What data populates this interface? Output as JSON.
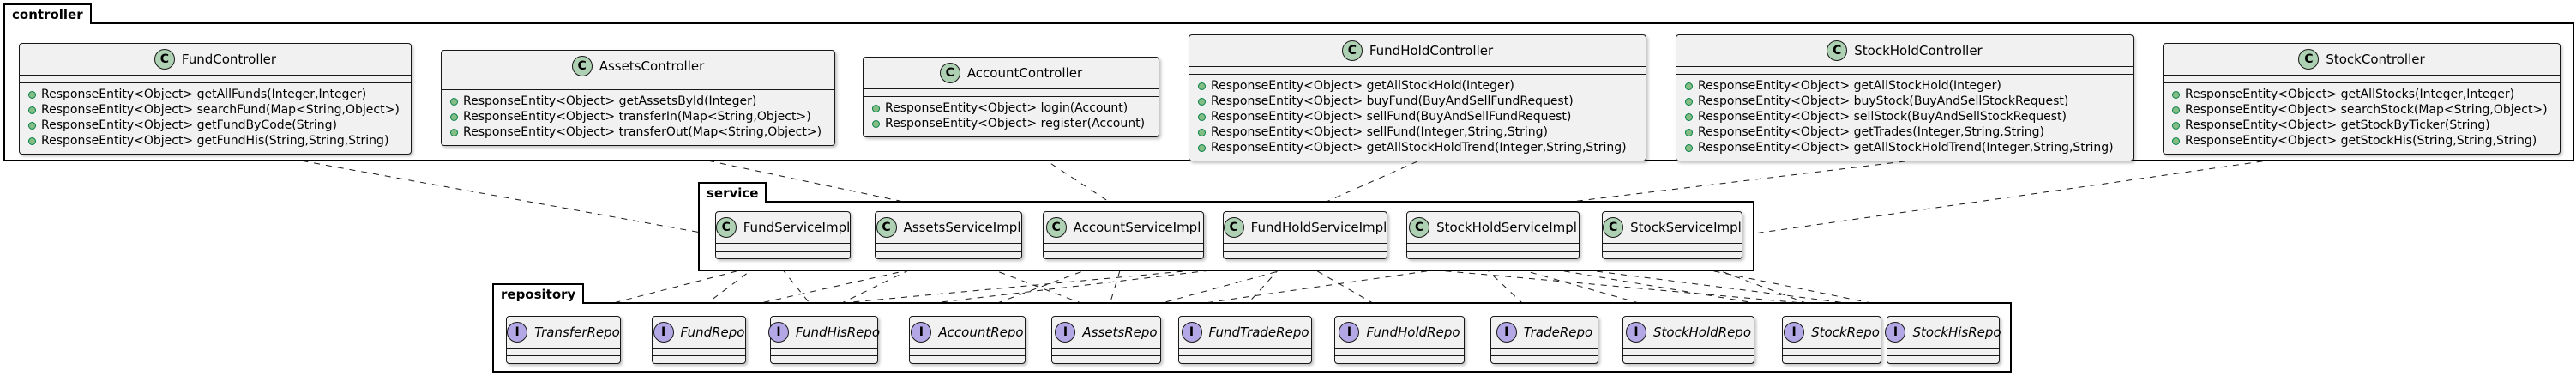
{
  "packages": {
    "controller": "controller",
    "service": "service",
    "repository": "repository"
  },
  "controllers": [
    {
      "name": "FundController",
      "methods": [
        "ResponseEntity<Object> getAllFunds(Integer,Integer)",
        "ResponseEntity<Object> searchFund(Map<String,Object>)",
        "ResponseEntity<Object> getFundByCode(String)",
        "ResponseEntity<Object> getFundHis(String,String,String)"
      ]
    },
    {
      "name": "AssetsController",
      "methods": [
        "ResponseEntity<Object> getAssetsById(Integer)",
        "ResponseEntity<Object> transferIn(Map<String,Object>)",
        "ResponseEntity<Object> transferOut(Map<String,Object>)"
      ]
    },
    {
      "name": "AccountController",
      "methods": [
        "ResponseEntity<Object> login(Account)",
        "ResponseEntity<Object> register(Account)"
      ]
    },
    {
      "name": "FundHoldController",
      "methods": [
        "ResponseEntity<Object> getAllStockHold(Integer)",
        "ResponseEntity<Object> buyFund(BuyAndSellFundRequest)",
        "ResponseEntity<Object> sellFund(BuyAndSellFundRequest)",
        "ResponseEntity<Object> sellFund(Integer,String,String)",
        "ResponseEntity<Object> getAllStockHoldTrend(Integer,String,String)"
      ]
    },
    {
      "name": "StockHoldController",
      "methods": [
        "ResponseEntity<Object> getAllStockHold(Integer)",
        "ResponseEntity<Object> buyStock(BuyAndSellStockRequest)",
        "ResponseEntity<Object> sellStock(BuyAndSellStockRequest)",
        "ResponseEntity<Object> getTrades(Integer,String,String)",
        "ResponseEntity<Object> getAllStockHoldTrend(Integer,String,String)"
      ]
    },
    {
      "name": "StockController",
      "methods": [
        "ResponseEntity<Object> getAllStocks(Integer,Integer)",
        "ResponseEntity<Object> searchStock(Map<String,Object>)",
        "ResponseEntity<Object> getStockByTicker(String)",
        "ResponseEntity<Object> getStockHis(String,String,String)"
      ]
    }
  ],
  "services": [
    "FundServiceImpl",
    "AssetsServiceImpl",
    "AccountServiceImpl",
    "FundHoldServiceImpl",
    "StockHoldServiceImpl",
    "StockServiceImpl"
  ],
  "repositories": [
    "TransferRepo",
    "FundRepo",
    "FundHisRepo",
    "AccountRepo",
    "AssetsRepo",
    "FundTradeRepo",
    "FundHoldRepo",
    "TradeRepo",
    "StockHoldRepo",
    "StockRepo",
    "StockHisRepo"
  ],
  "badges": {
    "class": "C",
    "interface": "I"
  },
  "colors": {
    "class_badge": "#add1b2",
    "interface_badge": "#b4a7e5",
    "class_bg": "#f1f1f1",
    "method_dot": "#84be84"
  }
}
